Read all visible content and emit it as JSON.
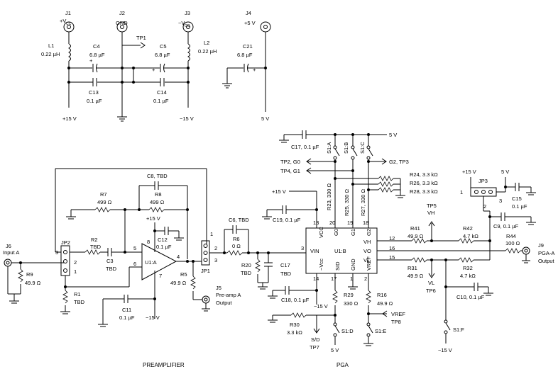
{
  "supply": {
    "j1": "J1",
    "j1_label": "+V",
    "j1_sub": "CC",
    "j2": "J2",
    "j2_label": "GND",
    "j3": "J3",
    "j3_label": "−V",
    "j3_sub": "CC",
    "j4": "J4",
    "j4_label": "+5 V",
    "l1": "L1",
    "l1_val": "0.22 µH",
    "l2": "L2",
    "l2_val": "0.22 µH",
    "c4": "C4",
    "c4_val": "6.8 µF",
    "c5": "C5",
    "c5_val": "6.8 µF",
    "c13": "C13",
    "c13_val": "0.1 µF",
    "c14": "C14",
    "c14_val": "0.1 µF",
    "c21": "C21",
    "c21_val": "6.8 µF",
    "tp1": "TP1",
    "p15": "+15 V",
    "m15": "−15 V",
    "v5": "5 V",
    "plus": "+"
  },
  "preamp": {
    "j6": "J6",
    "j6_label": "Input A",
    "r9": "R9",
    "r9_val": "49.9 Ω",
    "jp2": "JP2",
    "r1": "R1",
    "r1_val": "TBD",
    "r2": "R2",
    "r2_val": "TBD",
    "c3": "C3",
    "c3_val": "TBD",
    "r7": "R7",
    "r7_val": "499 Ω",
    "r8": "R8",
    "r8_val": "499 Ω",
    "c8": "C8, TBD",
    "c12": "C12",
    "c12_val": "0.1 µF",
    "c11": "C11",
    "c11_val": "0.1 µF",
    "u1a": "U1:A",
    "r5": "R5",
    "r5_val": "49.9 Ω",
    "j5": "J5",
    "j5_label": "Pre-amp A",
    "j5_label2": "Output",
    "jp1": "JP1",
    "p15": "+15 V",
    "m15": "−15 V",
    "pins": [
      "3",
      "2",
      "1",
      "5",
      "6",
      "8",
      "4",
      "7",
      "1",
      "2",
      "3"
    ]
  },
  "pga": {
    "c17top": "C17, 0.1 µF",
    "v5": "5 V",
    "s1a": "S1:A",
    "s1b": "S1:B",
    "s1c": "S1:C",
    "tp2": "TP2, G0",
    "tp4": "TP4, G1",
    "g2": "G2, TP3",
    "r24": "R24, 3.3 kΩ",
    "r26": "R26, 3.3 kΩ",
    "r28": "R28, 3.3 kΩ",
    "r23": "R23, 330 Ω",
    "r25": "R25, 330 Ω",
    "r27": "R27, 330 Ω",
    "p15": "+15 V",
    "c19": "C19, 0.1 µF",
    "c6": "C6, TBD",
    "r6": "R6",
    "r6_val": "0 Ω",
    "r20": "R20",
    "r20_val": "TBD",
    "c17": "C17",
    "c17_val": "TBD",
    "chip_name": "U1:B",
    "vcc": "VCC",
    "g0": "G0",
    "g1": "G1",
    "g2pin": "G2",
    "vin": "VIN",
    "vh": "VH",
    "vo": "VO",
    "vl": "VL",
    "negvcc": "−Vcc",
    "sid": "SID",
    "gnd": "GND",
    "vref": "VREF",
    "pin13": "13",
    "pin20": "20",
    "pin19": "19",
    "pin18": "18",
    "pin3": "3",
    "pin12": "12",
    "pin16": "16",
    "pin15": "15",
    "pin14": "14",
    "pin17": "17",
    "pin1": "1",
    "pin2": "2",
    "c18": "C18, 0.1 µF",
    "m15": "−15 V",
    "r29": "R29",
    "r29_val": "330 Ω",
    "r16": "R16",
    "r16_val": "49.9 Ω",
    "vref_tp": "VREF",
    "tp8": "TP8",
    "r30": "R30",
    "r30_val": "3.3 kΩ",
    "s1d": "S1:D",
    "s1e": "S1:E",
    "sd": "S/D",
    "tp7": "TP7",
    "tp5": "TP5",
    "vh_tp": "VH",
    "r41": "R41",
    "r41_val": "49.9 Ω",
    "r42": "R42",
    "r42_val": "4.7 kΩ",
    "r44": "R44",
    "r44_val": "100 Ω",
    "r31": "R31",
    "r31_val": "49.9 Ω",
    "r32": "R32",
    "r32_val": "4.7 kΩ",
    "vl_tp": "VL",
    "tp6": "TP6",
    "c10": "C10, 0.1 µF",
    "c9": "C9, 0.1 µF",
    "c15": "C15",
    "c15_val": "0.1 µF",
    "jp3": "JP3",
    "jp3_p15": "+15 V",
    "jp3_v5": "5 V",
    "jp3_1": "1",
    "jp3_2": "2",
    "jp3_3": "3",
    "j9": "J9",
    "j9_label": "PGA-A",
    "j9_label2": "Output",
    "s1f": "S1:F",
    "m15b": "−15 V"
  },
  "sections": {
    "preamp": "PREAMPLIFIER",
    "pga": "PGA"
  }
}
